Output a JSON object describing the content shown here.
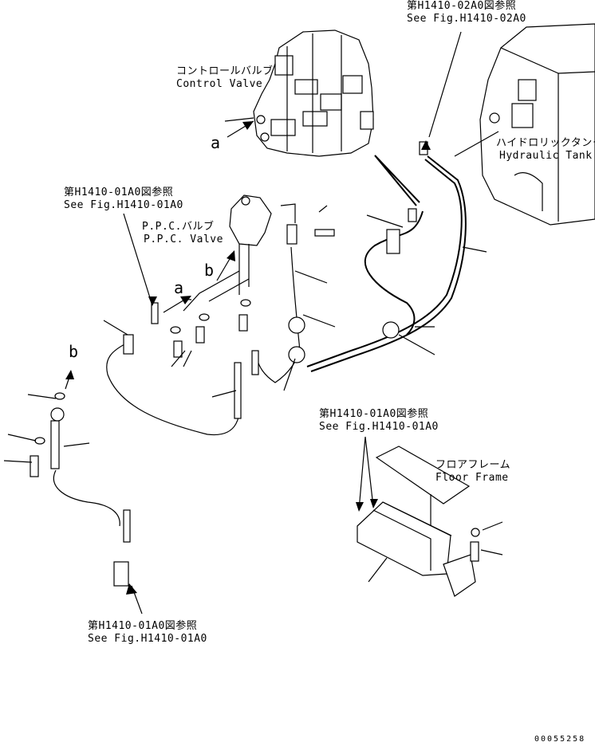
{
  "callouts": {
    "ref_top_right": {
      "jp": "第H1410-02A0図参照",
      "en": "See Fig.H1410-02A0"
    },
    "ref_left": {
      "jp": "第H1410-01A0図参照",
      "en": "See Fig.H1410-01A0"
    },
    "ref_floor": {
      "jp": "第H1410-01A0図参照",
      "en": "See Fig.H1410-01A0"
    },
    "ref_bottom": {
      "jp": "第H1410-01A0図参照",
      "en": "See Fig.H1410-01A0"
    }
  },
  "parts": {
    "control_valve": {
      "jp": "コントロールバルブ",
      "en": "Control Valve"
    },
    "hydraulic_tank": {
      "jp": "ハイドロリックタンク",
      "en": "Hydraulic Tank"
    },
    "ppc_valve": {
      "jp": "P.P.C.バルブ",
      "en": "P.P.C. Valve"
    },
    "floor_frame": {
      "jp": "フロアフレーム",
      "en": "Floor Frame"
    }
  },
  "markers": {
    "a_upper": "a",
    "a_lower": "a",
    "b_upper": "b",
    "b_lower": "b"
  },
  "doc_id": "00055258"
}
